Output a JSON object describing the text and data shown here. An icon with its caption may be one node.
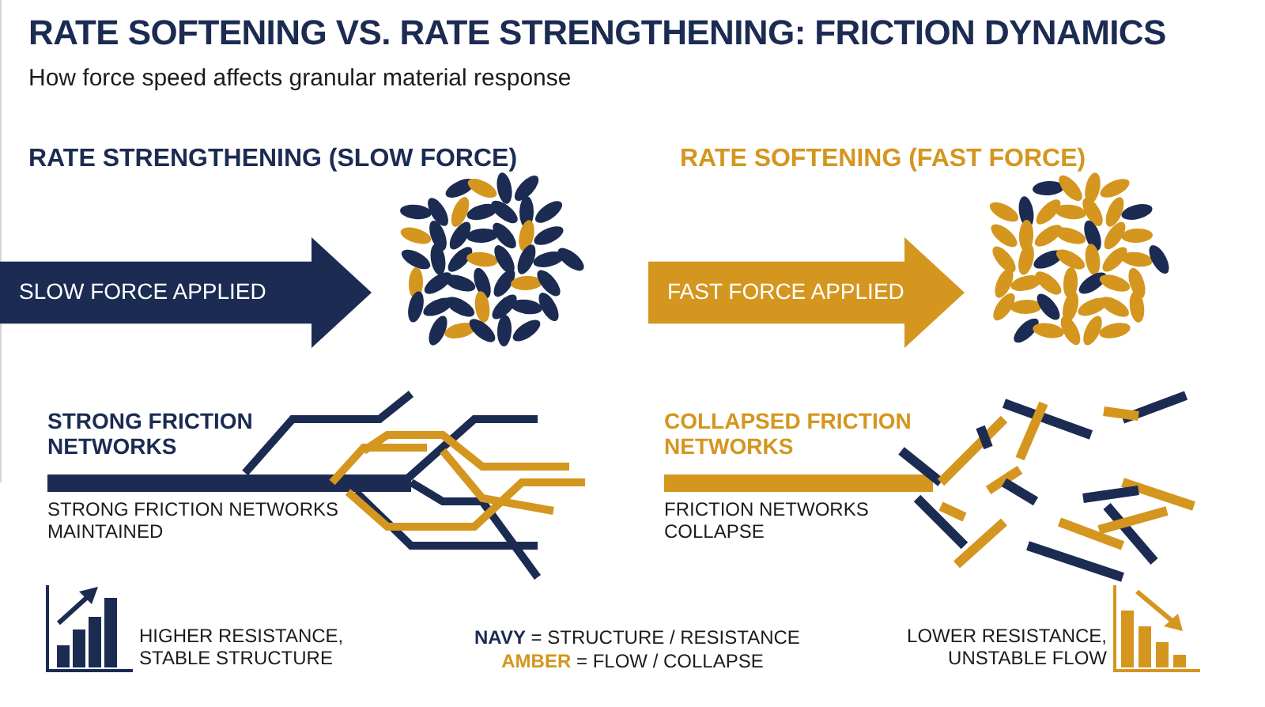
{
  "diagram": {
    "title": "RATE SOFTENING VS. RATE STRENGTHENING: FRICTION DYNAMICS",
    "nodes": [
      {
        "text": [
          "SLOW FORCE APPLIED"
        ]
      },
      {
        "text": [],
        "shape": "picture"
      },
      {
        "text": [
          "FAST FORCE APPLIED"
        ]
      },
      {
        "text": [],
        "shape": "picture"
      }
    ],
    "labels": [
      "How force speed affects granular material response",
      "RATE STRENGTHENING (SLOW FORCE)",
      "RATE SOFTENING (FAST FORCE)",
      "STRONG FRICTION NETWORKS",
      "COLLAPSED FRICTION NETWORKS",
      "STRONG FRICTION NETWORKS MAINTAINED",
      "FRICTION NETWORKS COLLAPSE",
      "HIGHER RESISTANCE, STABLE STRUCTURE",
      "LOWER RESISTANCE, UNSTABLE FLOW"
    ],
    "legend": [
      {
        "text": "**NAVY** = STRUCTURE / RESISTANCE",
        "color": "#1b2b52"
      },
      {
        "text": "**AMBER** = FLOW / COLLAPSE",
        "color": "#d4961f"
      }
    ]
  }
}
